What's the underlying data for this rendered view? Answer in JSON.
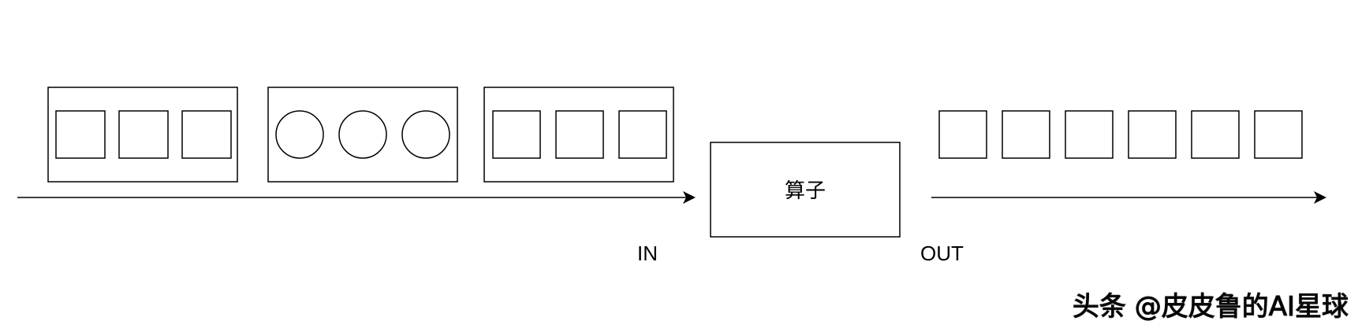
{
  "diagram": {
    "operator_label": "算子",
    "input_label": "IN",
    "output_label": "OUT",
    "watermark": "头条 @皮皮鲁的AI星球",
    "input_batches": [
      {
        "item_shape": "square",
        "item_count": 3
      },
      {
        "item_shape": "circle",
        "item_count": 3
      },
      {
        "item_shape": "square",
        "item_count": 3
      }
    ],
    "output_items": {
      "item_shape": "square",
      "item_count": 6
    }
  }
}
